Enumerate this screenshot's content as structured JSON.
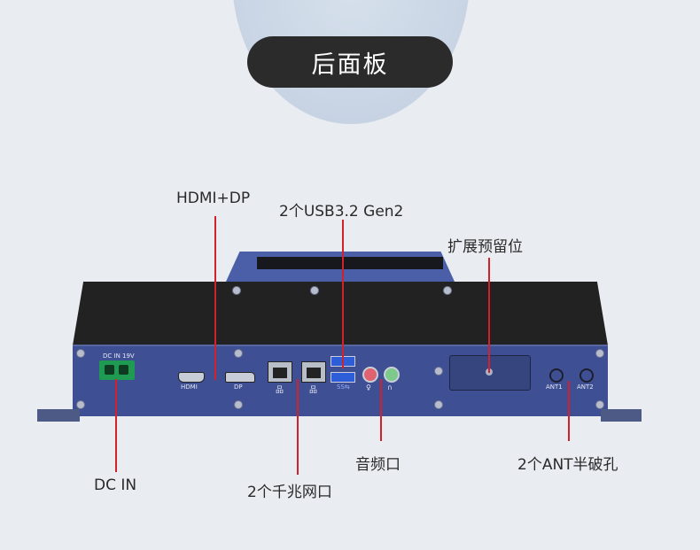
{
  "title": "后面板",
  "callouts": {
    "hdmi_dp": "HDMI+DP",
    "usb": "2个USB3.2 Gen2",
    "expansion": "扩展预留位",
    "dc_in": "DC IN",
    "lan": "2个千兆网口",
    "audio": "音频口",
    "ant": "2个ANT半破孔"
  },
  "panel_labels": {
    "dc_in": "DC IN 19V",
    "hdmi": "HDMI",
    "dp": "DP",
    "ant1": "ANT1",
    "ant2": "ANT2"
  },
  "colors": {
    "accent_line": "#d3212b",
    "panel": "#3f4f93",
    "pill": "#2b2b2b"
  }
}
